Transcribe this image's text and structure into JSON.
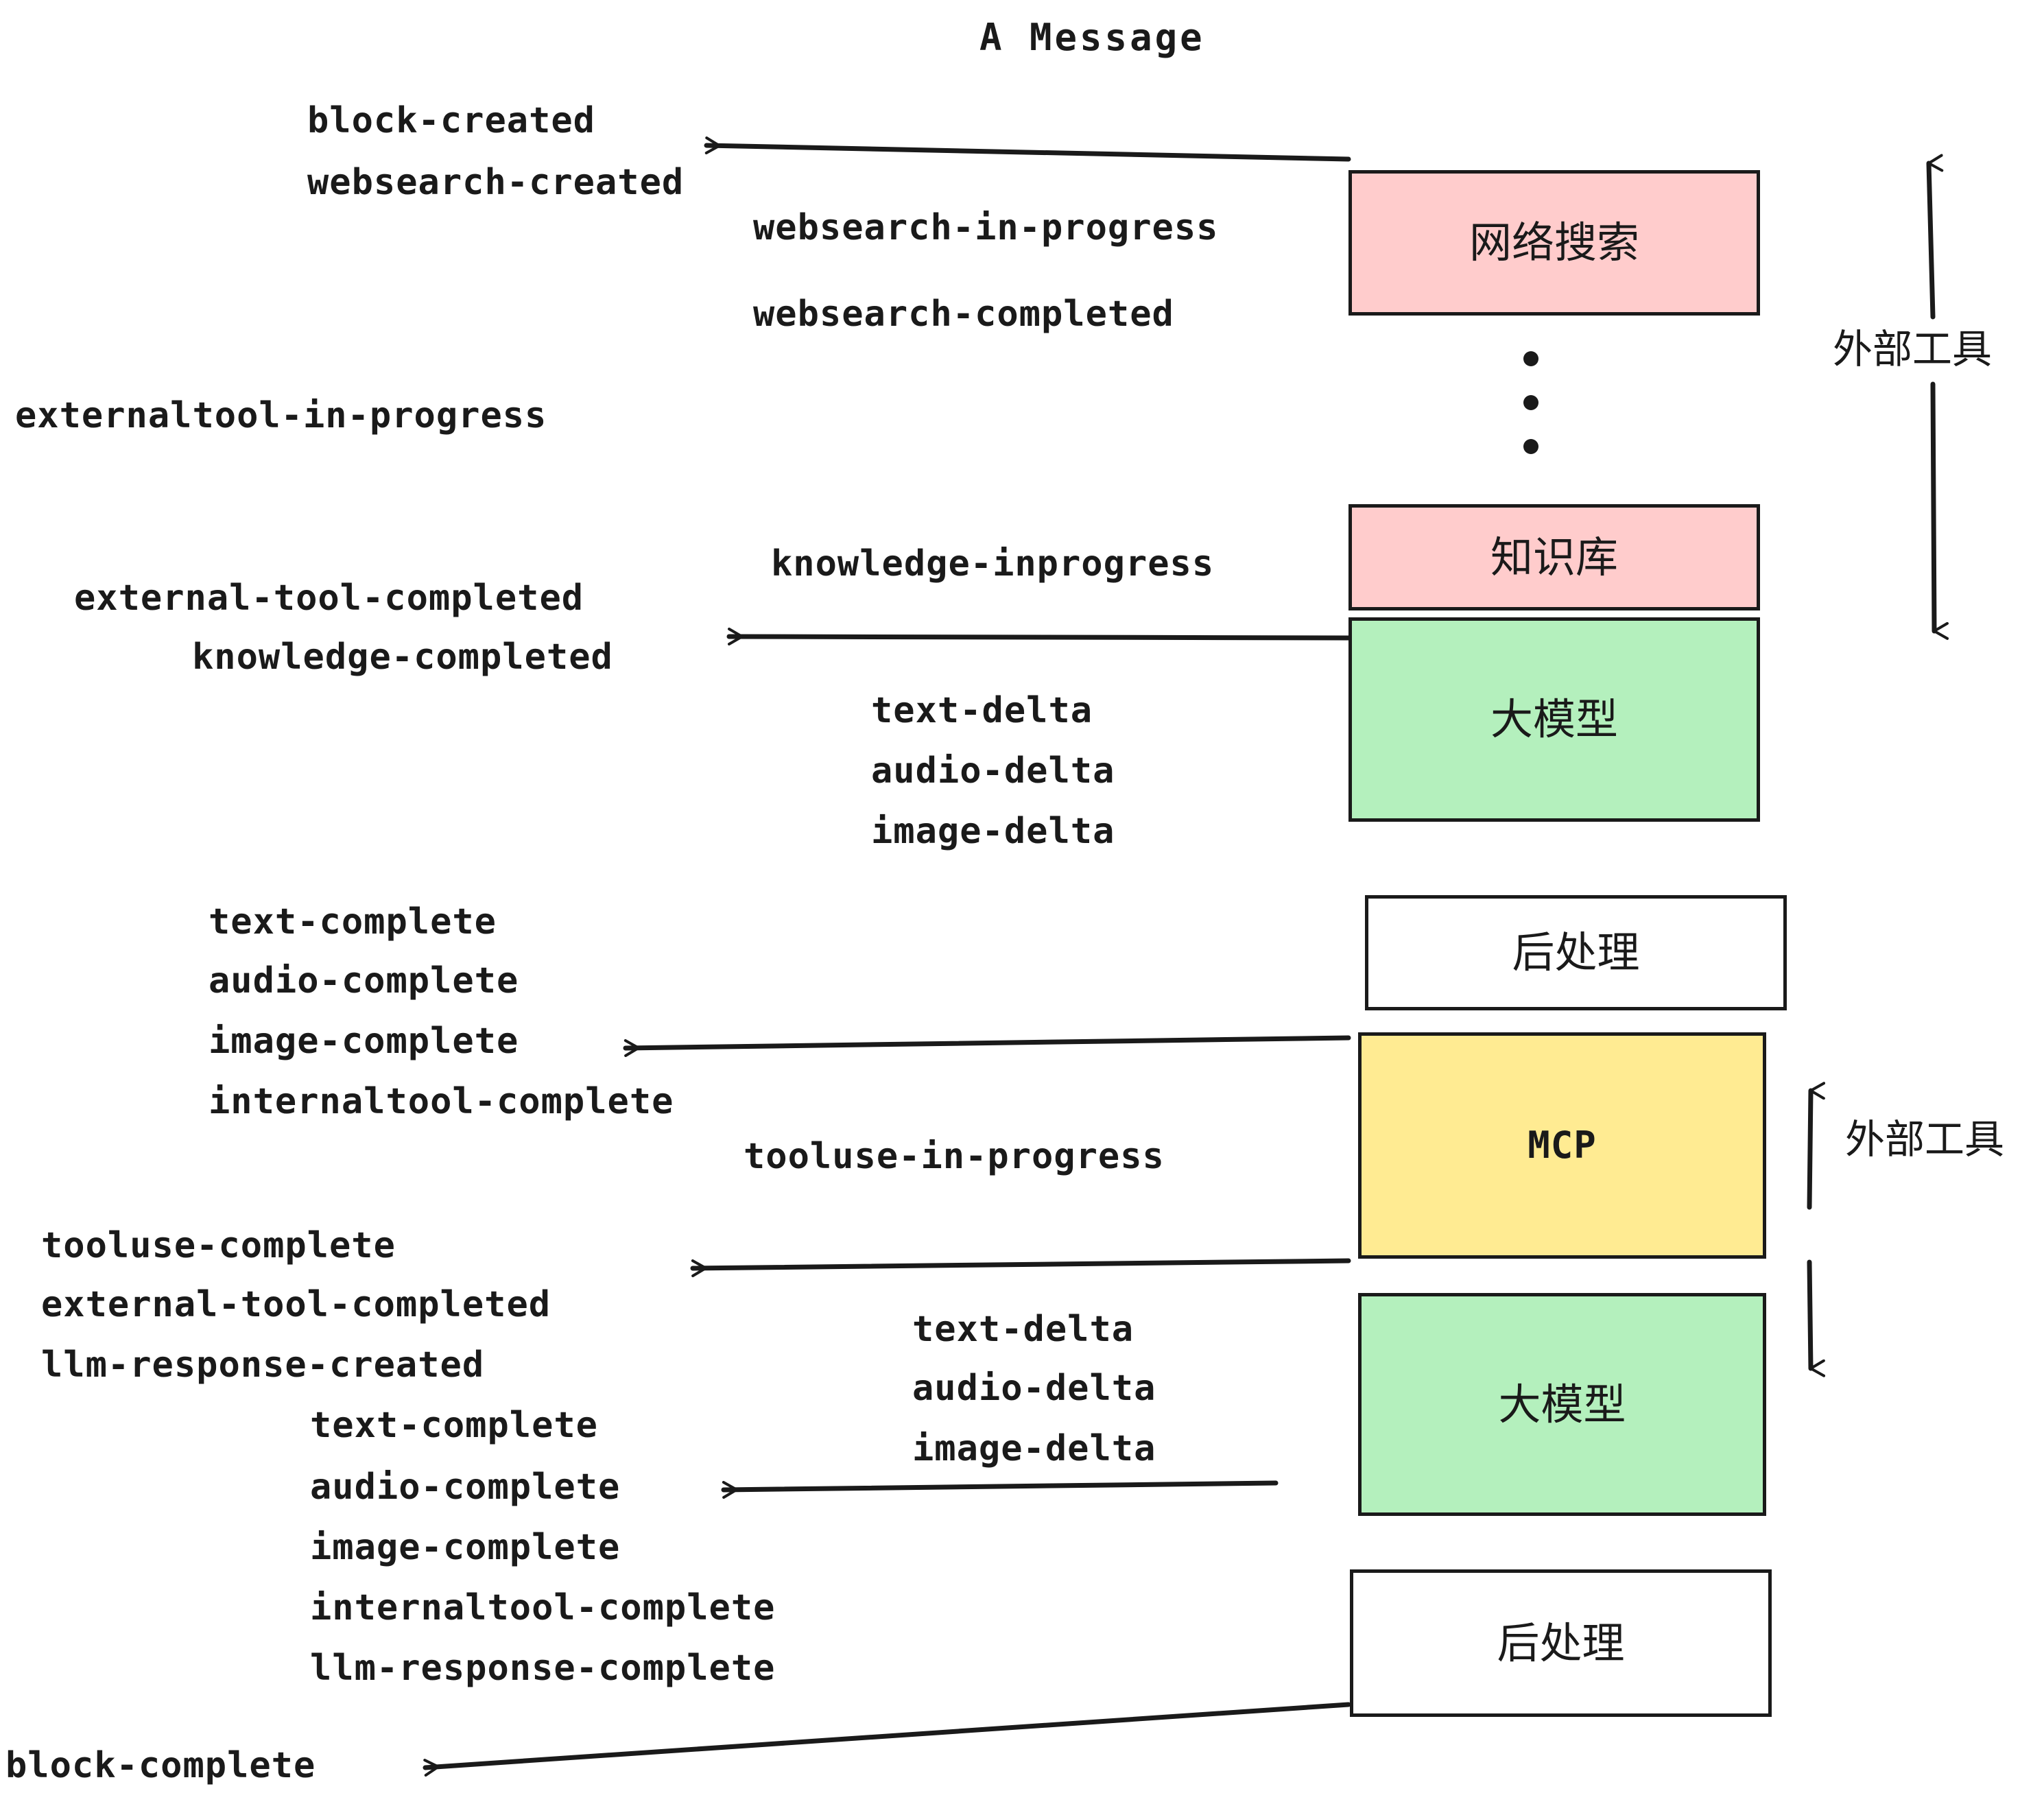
{
  "title": "A Message",
  "colors": {
    "pink": "#ffcccc",
    "green": "#b4f0bd",
    "yellow": "#ffeb92",
    "white": "#ffffff",
    "stroke": "#1a1a1a"
  },
  "nodes": [
    {
      "id": "websearch",
      "label": "网络搜索",
      "fill": "#ffcccc",
      "script": "cjk"
    },
    {
      "id": "knowledge",
      "label": "知识库",
      "fill": "#ffcccc",
      "script": "cjk"
    },
    {
      "id": "llm-1",
      "label": "大模型",
      "fill": "#b4f0bd",
      "script": "cjk"
    },
    {
      "id": "postprocess-1",
      "label": "后处理",
      "fill": "#ffffff",
      "script": "cjk"
    },
    {
      "id": "mcp",
      "label": "MCP",
      "fill": "#ffeb92",
      "script": "latin"
    },
    {
      "id": "llm-2",
      "label": "大模型",
      "fill": "#b4f0bd",
      "script": "cjk"
    },
    {
      "id": "postprocess-2",
      "label": "后处理",
      "fill": "#ffffff",
      "script": "cjk"
    }
  ],
  "side_labels": [
    {
      "id": "external-tools-top",
      "label": "外部工具"
    },
    {
      "id": "external-tools-bottom",
      "label": "外部工具"
    }
  ],
  "events": [
    {
      "id": "e01",
      "text": "block-created"
    },
    {
      "id": "e02",
      "text": "websearch-created"
    },
    {
      "id": "e03",
      "text": "websearch-in-progress"
    },
    {
      "id": "e04",
      "text": "websearch-completed"
    },
    {
      "id": "e05",
      "text": "externaltool-in-progress"
    },
    {
      "id": "e06",
      "text": "knowledge-inprogress"
    },
    {
      "id": "e07",
      "text": "external-tool-completed"
    },
    {
      "id": "e08",
      "text": "knowledge-completed"
    },
    {
      "id": "e09",
      "text": "text-delta"
    },
    {
      "id": "e10",
      "text": "audio-delta"
    },
    {
      "id": "e11",
      "text": "image-delta"
    },
    {
      "id": "e12",
      "text": "text-complete"
    },
    {
      "id": "e13",
      "text": "audio-complete"
    },
    {
      "id": "e14",
      "text": "image-complete"
    },
    {
      "id": "e15",
      "text": "internaltool-complete"
    },
    {
      "id": "e16",
      "text": "tooluse-in-progress"
    },
    {
      "id": "e17",
      "text": "tooluse-complete"
    },
    {
      "id": "e18",
      "text": "external-tool-completed"
    },
    {
      "id": "e19",
      "text": "llm-response-created"
    },
    {
      "id": "e20",
      "text": "text-delta"
    },
    {
      "id": "e21",
      "text": "audio-delta"
    },
    {
      "id": "e22",
      "text": "image-delta"
    },
    {
      "id": "e23",
      "text": "text-complete"
    },
    {
      "id": "e24",
      "text": "audio-complete"
    },
    {
      "id": "e25",
      "text": "image-complete"
    },
    {
      "id": "e26",
      "text": "internaltool-complete"
    },
    {
      "id": "e27",
      "text": "llm-response-complete"
    },
    {
      "id": "e28",
      "text": "block-complete"
    }
  ],
  "ellipsis": {
    "id": "vertical-ellipsis",
    "count": 3
  }
}
